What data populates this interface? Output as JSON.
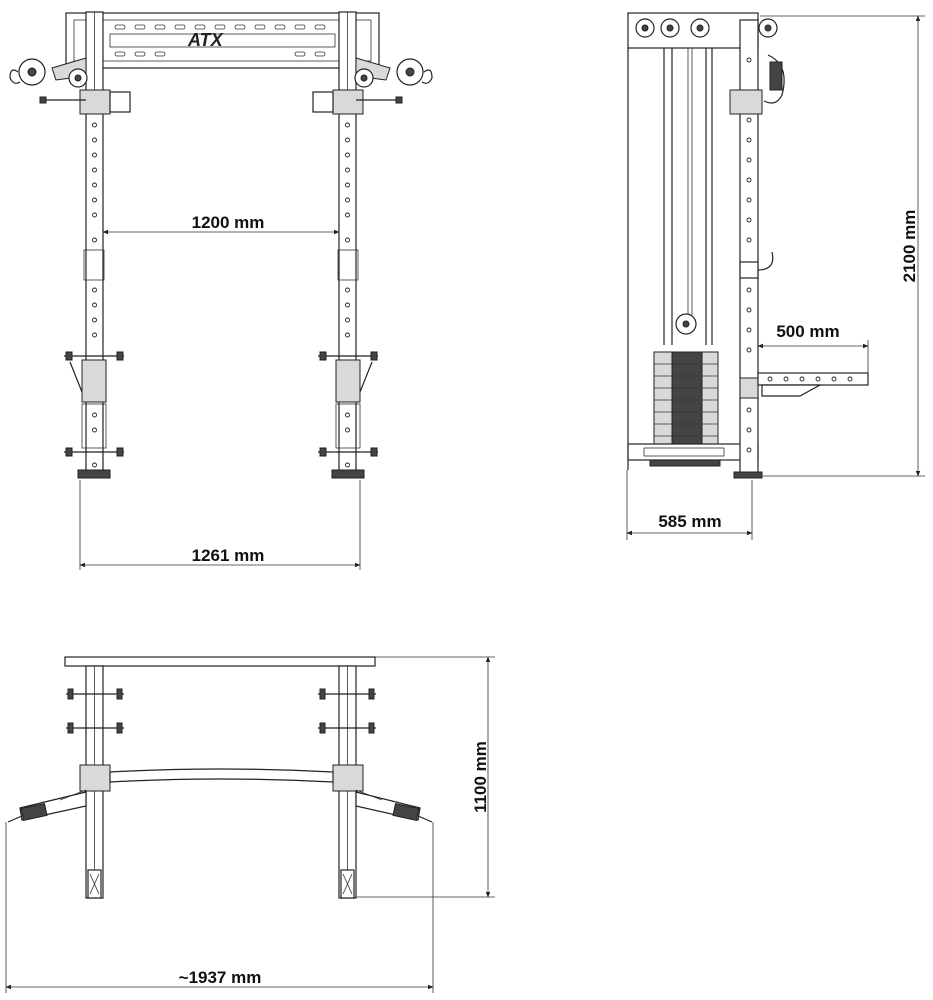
{
  "diagram": {
    "front_view": {
      "logo": "ATX",
      "dim_inner_width": "1200 mm",
      "dim_outer_width": "1261 mm"
    },
    "side_view": {
      "dim_height": "2100 mm",
      "dim_arm": "500 mm",
      "dim_depth": "585 mm"
    },
    "top_view": {
      "dim_depth": "1100 mm",
      "dim_width": "~1937 mm"
    }
  }
}
